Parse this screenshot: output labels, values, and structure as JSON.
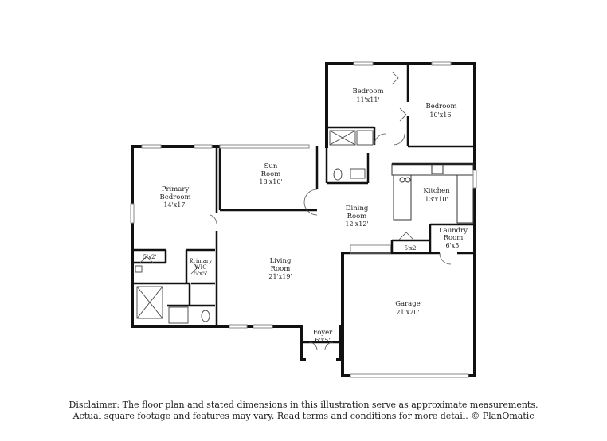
{
  "rooms": {
    "bedroom_left": {
      "name": "Bedroom",
      "dim": "11'x11'"
    },
    "bedroom_right": {
      "name": "Bedroom",
      "dim": "10'x16'"
    },
    "sun_room": {
      "name1": "Sun",
      "name2": "Room",
      "dim": "18'x10'"
    },
    "primary_bedroom": {
      "name1": "Primary",
      "name2": "Bedroom",
      "dim": "14'x17'"
    },
    "kitchen": {
      "name": "Kitchen",
      "dim": "13'x10'"
    },
    "dining_room": {
      "name1": "Dining",
      "name2": "Room",
      "dim": "12'x12'"
    },
    "laundry_room": {
      "name1": "Laundry",
      "name2": "Room",
      "dim": "6'x5'"
    },
    "closet_hall": {
      "dim": "5'x2'"
    },
    "closet_primary": {
      "dim": "5'x2'"
    },
    "primary_wic": {
      "name1": "Primary",
      "name2": "WIC",
      "dim": "5'x5'"
    },
    "living_room": {
      "name1": "Living",
      "name2": "Room",
      "dim": "21'x19'"
    },
    "garage": {
      "name": "Garage",
      "dim": "21'x20'"
    },
    "foyer": {
      "name": "Foyer",
      "dim": "6'x5'"
    }
  },
  "disclaimer": {
    "line1": "Disclaimer: The floor plan and stated dimensions in this illustration serve as approximate measurements.",
    "line2": "Actual square footage and features may vary. Read terms and conditions for more detail. © PlanOmatic"
  }
}
